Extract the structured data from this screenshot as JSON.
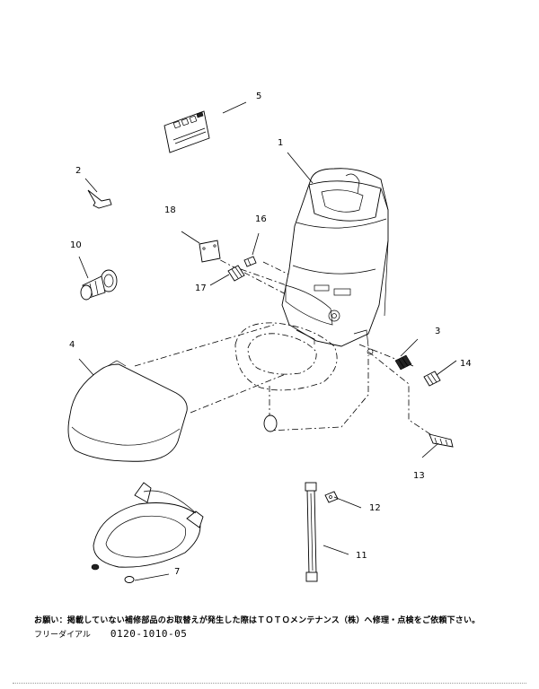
{
  "callouts": {
    "p1": "1",
    "p2": "2",
    "p3": "3",
    "p4": "4",
    "p5": "5",
    "p7": "7",
    "p10": "10",
    "p11": "11",
    "p12": "12",
    "p13": "13",
    "p14": "14",
    "p16": "16",
    "p17": "17",
    "p18": "18"
  },
  "footer": {
    "note": "お願い：掲載していない補修部品のお取替えが発生した際はＴＯＴＯメンテナンス（株）へ修理・点検をご依頼下さい。",
    "phone_label": "フリーダイアル",
    "phone_number": "0120-1010-05"
  }
}
